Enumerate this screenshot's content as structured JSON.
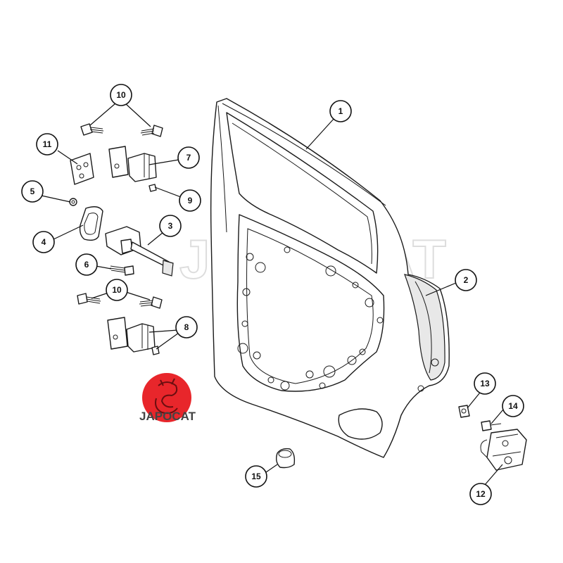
{
  "watermark_text": "JAPOCAT",
  "logo": {
    "text": "JAPOCAT",
    "color": "#e8262b"
  },
  "callouts": [
    "1",
    "2",
    "3",
    "4",
    "5",
    "6",
    "7",
    "8",
    "9",
    "10",
    "10",
    "11",
    "12",
    "13",
    "14",
    "15"
  ]
}
